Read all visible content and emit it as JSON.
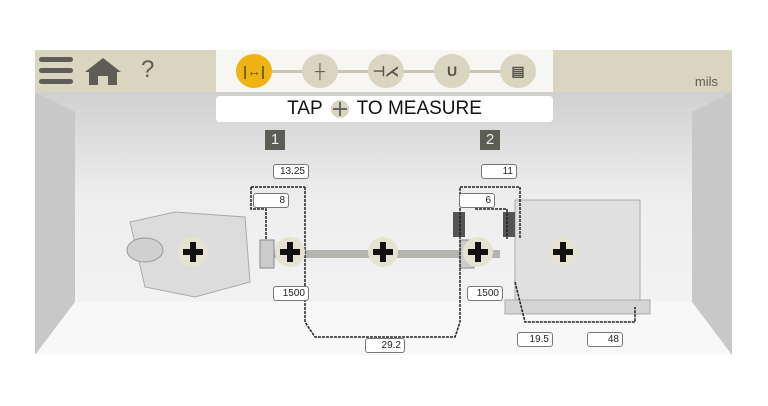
{
  "toolbar": {
    "menu_icon": "hamburger-icon",
    "home_icon": "home-icon",
    "help_label": "?",
    "unit_label": "mils",
    "steps": [
      {
        "name": "dimensions",
        "glyph": "|↔|",
        "active": true
      },
      {
        "name": "measure",
        "glyph": "┼",
        "active": false
      },
      {
        "name": "results",
        "glyph": "⊣⋌",
        "active": false
      },
      {
        "name": "correct",
        "glyph": "U",
        "active": false
      },
      {
        "name": "report",
        "glyph": "▤",
        "active": false
      }
    ]
  },
  "instruction": {
    "before": "TAP",
    "after": "TO MEASURE"
  },
  "machines": {
    "label_1": "1",
    "label_2": "2"
  },
  "dimensions": {
    "d1": "13.25",
    "d2": "8",
    "d3": "11",
    "d4": "6",
    "rpm_left": "1500",
    "rpm_right": "1500",
    "span": "29.2",
    "foot1": "19.5",
    "foot2": "48"
  },
  "colors": {
    "accent": "#efb413",
    "panel": "#d9d5c0"
  }
}
